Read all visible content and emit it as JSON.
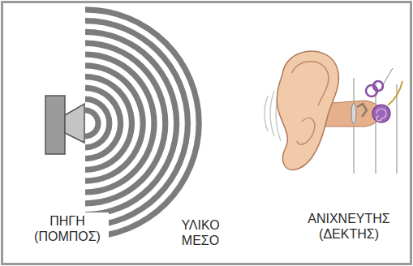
{
  "diagram": {
    "labels": [
      "ΠΗΓΗ (ΠΟΜΠΟΣ)",
      "ΥΛΙΚΟ ΜΕΣΟ",
      "ΑΝΙΧΝΕΥΤΗΣ (ΔΕΚΤΗΣ)"
    ]
  }
}
